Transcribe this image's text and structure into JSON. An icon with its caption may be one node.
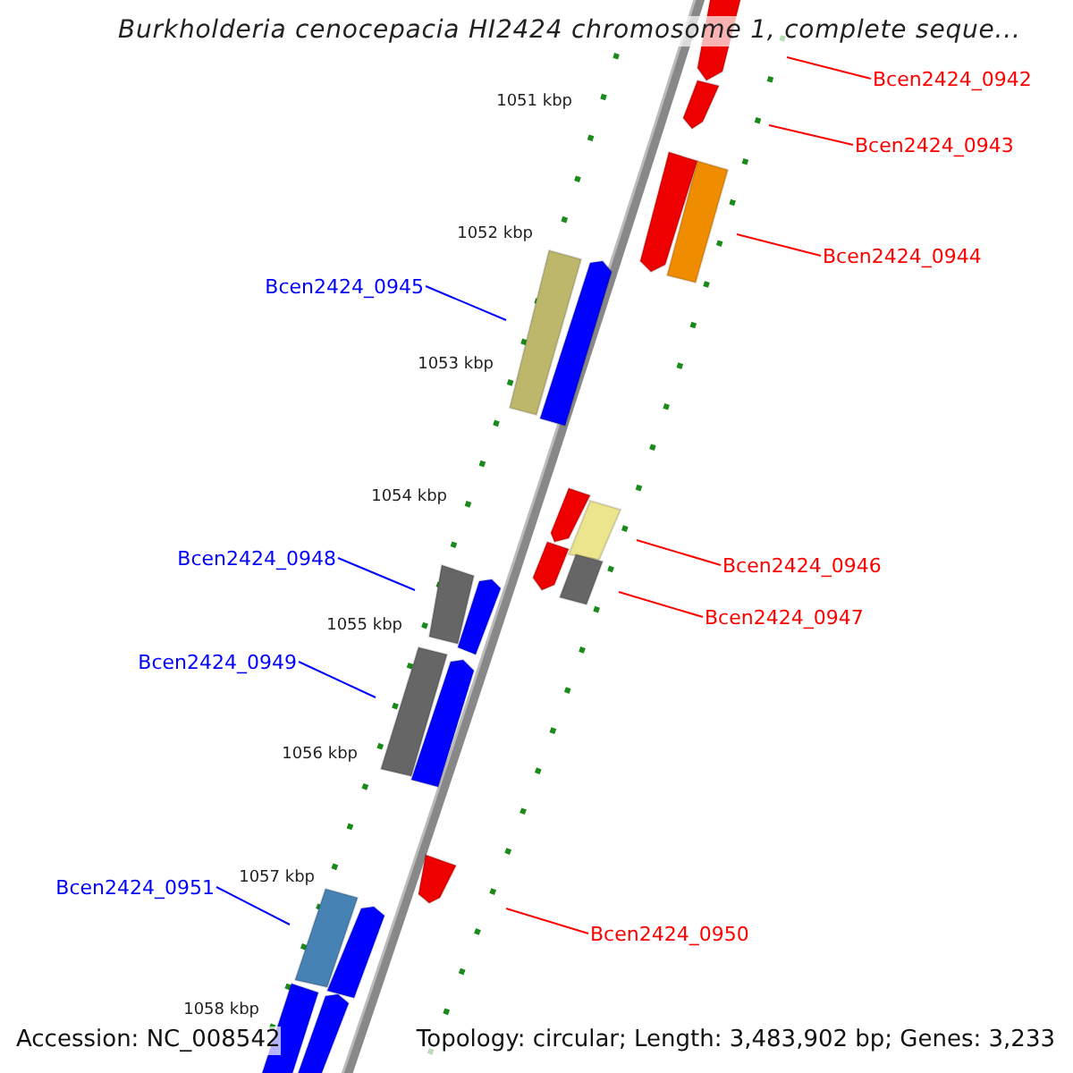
{
  "diagram": {
    "title": "Burkholderia cenocepacia HI2424 chromosome 1, complete seque...",
    "nodes": [
      {
        "text": [
          "Bcen2424_0942"
        ]
      },
      {
        "text": [
          "Bcen2424_0943"
        ]
      },
      {
        "text": [
          "Bcen2424_0944"
        ]
      },
      {
        "text": [
          "Bcen2424_0945"
        ]
      },
      {
        "text": [
          "Bcen2424_0948"
        ]
      },
      {
        "text": [
          "Bcen2424_0946"
        ]
      },
      {
        "text": [
          "Bcen2424_0947"
        ]
      },
      {
        "text": [
          "Bcen2424_0949"
        ]
      },
      {
        "text": [
          "Bcen2424_0951"
        ]
      },
      {
        "text": [
          "Bcen2424_0950"
        ]
      }
    ],
    "edges": [
      {
        "from": 0,
        "to": null,
        "arrow": "none"
      },
      {
        "from": 1,
        "to": null,
        "arrow": "none"
      },
      {
        "from": 2,
        "to": null,
        "arrow": "none"
      },
      {
        "from": 3,
        "to": null,
        "arrow": "none",
        "color": "#0000ff"
      },
      {
        "from": 4,
        "to": null,
        "arrow": "none",
        "color": "#0000ff"
      },
      {
        "from": 5,
        "to": null,
        "arrow": "none"
      },
      {
        "from": 6,
        "to": null,
        "arrow": "none"
      },
      {
        "from": 7,
        "to": null,
        "arrow": "none",
        "color": "#0000ff"
      },
      {
        "from": 8,
        "to": null,
        "arrow": "none",
        "color": "#0000ff"
      },
      {
        "from": 9,
        "to": null,
        "arrow": "none"
      }
    ],
    "labels": [
      "1051 kbp",
      "1052 kbp",
      "1053 kbp",
      "1054 kbp",
      "1055 kbp",
      "1056 kbp",
      "1057 kbp",
      "1058 kbp",
      "Accession: NC_008542",
      "Topology: circular; Length: 3,483,902 bp; Genes: 3,233"
    ]
  }
}
